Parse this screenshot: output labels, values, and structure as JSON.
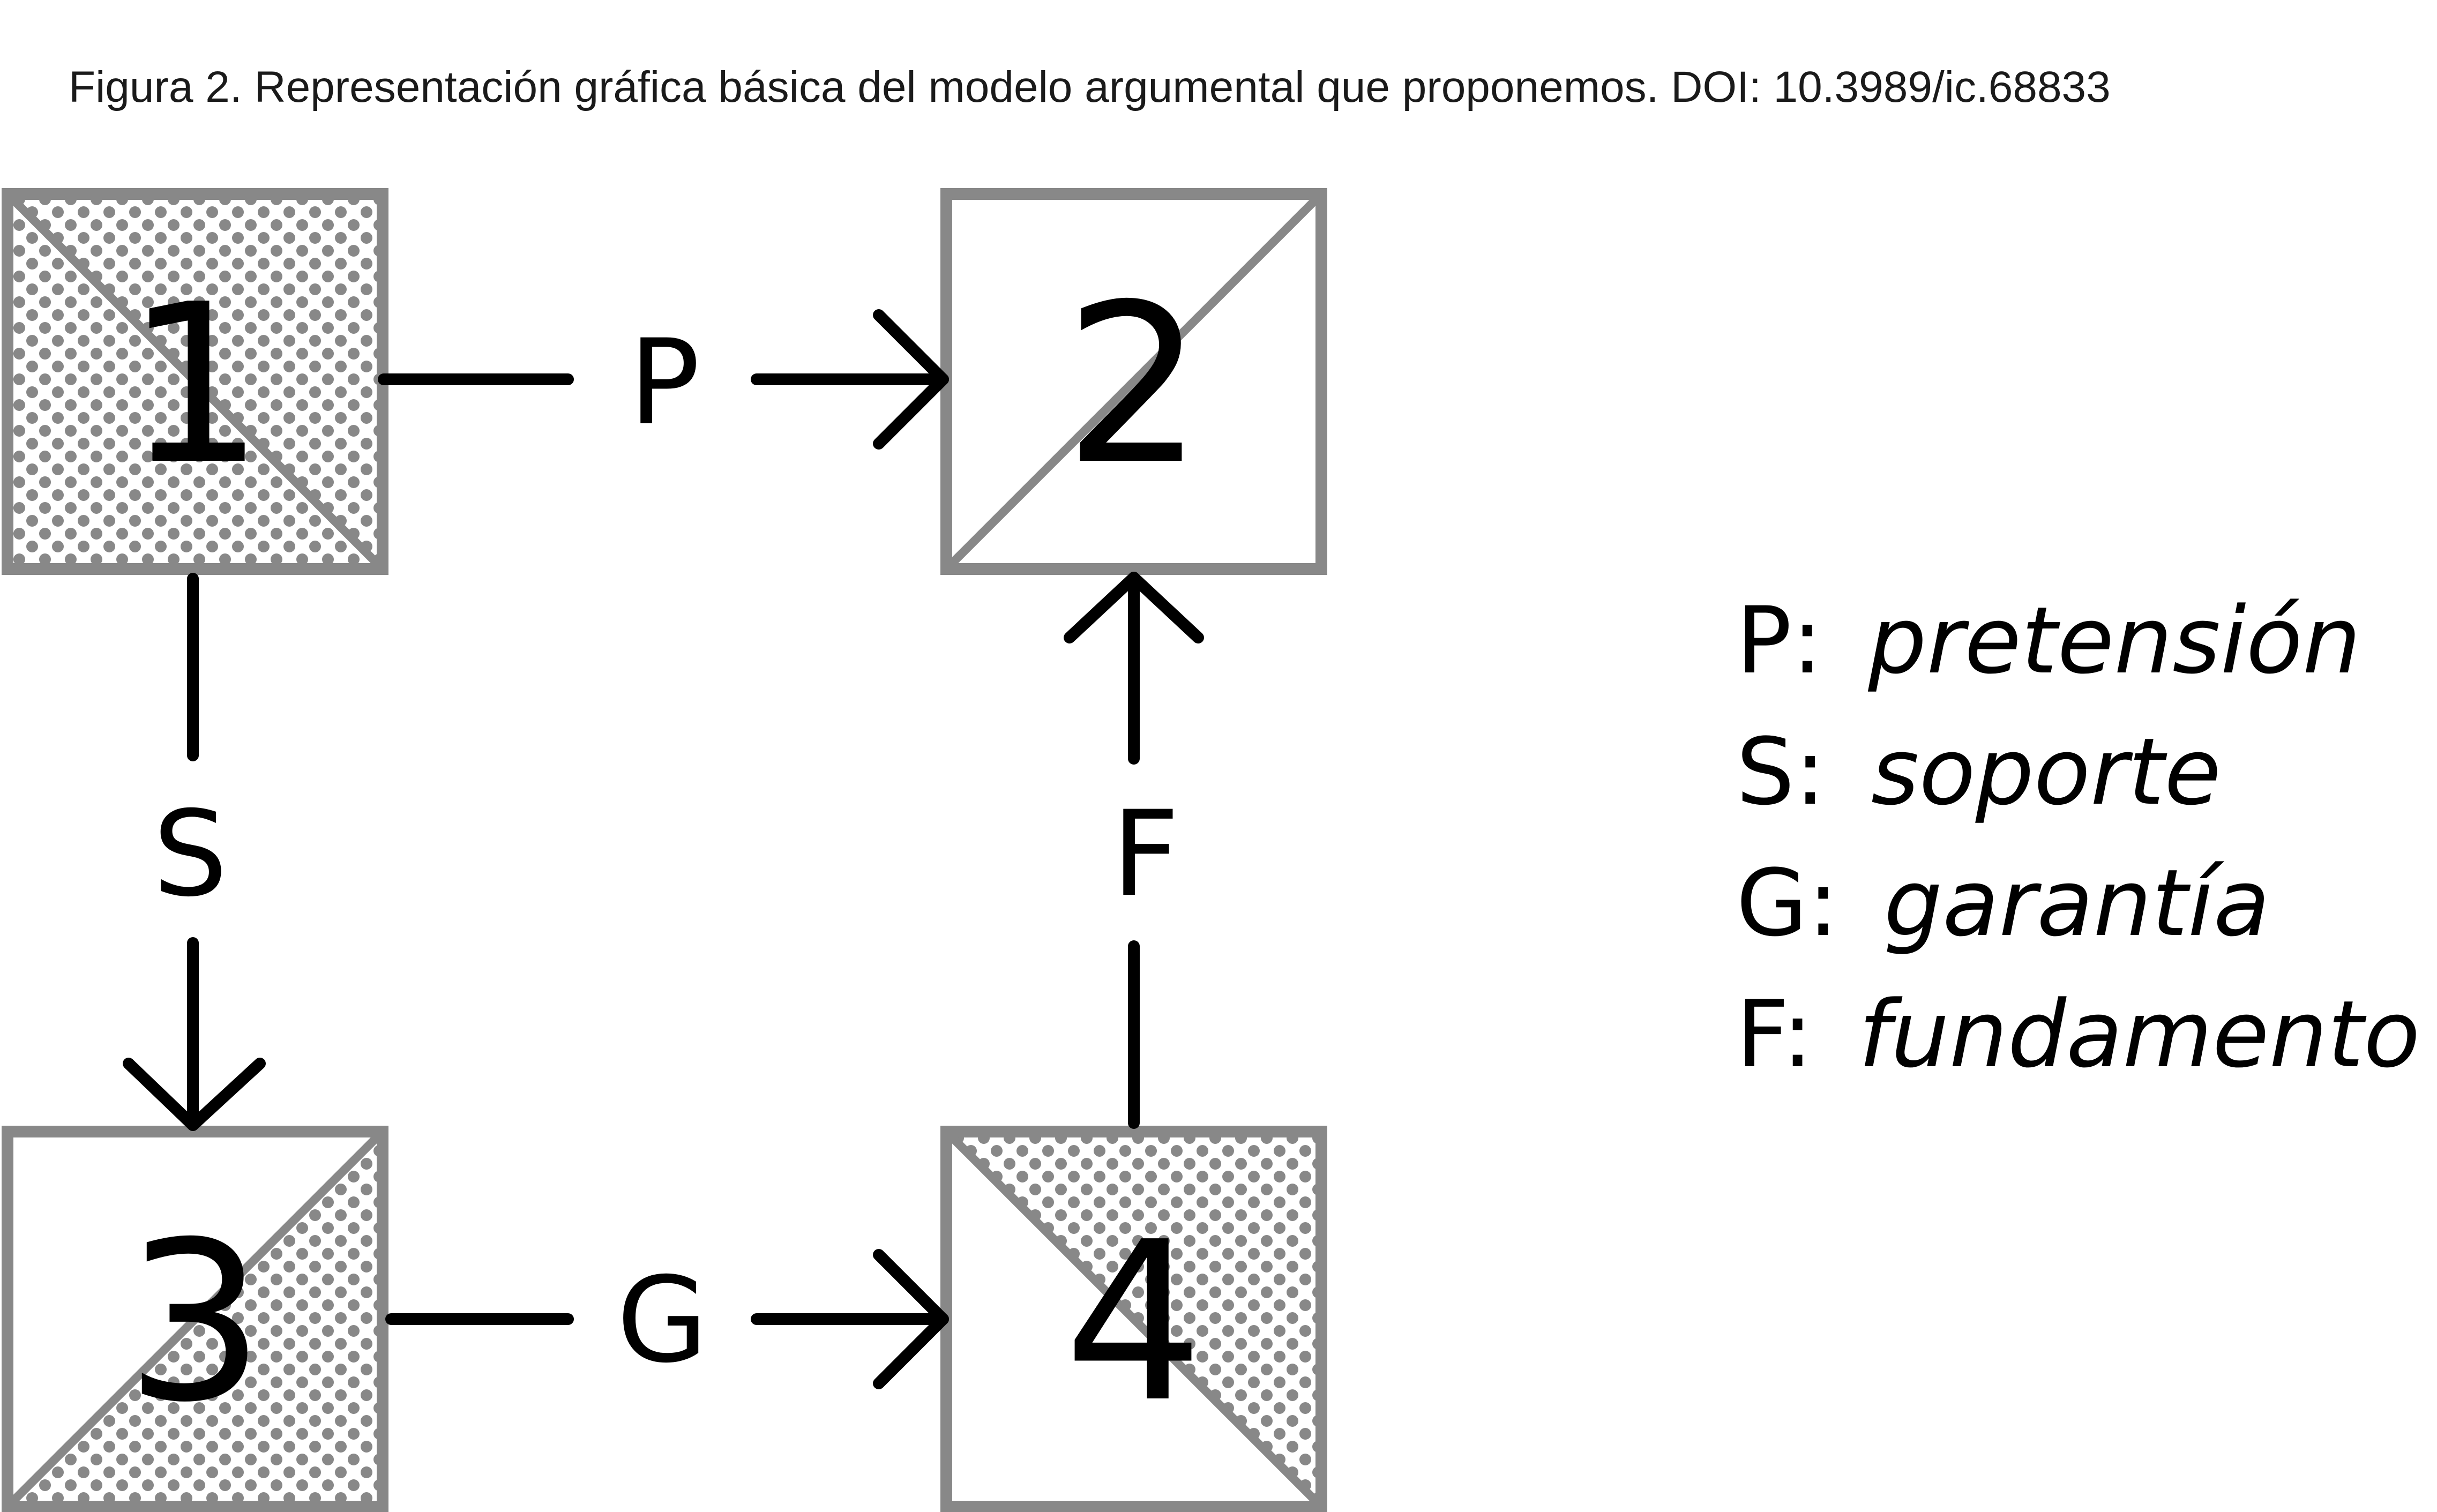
{
  "caption": "Figura 2. Representación gráfica básica del modelo argumental que proponemos. DOI: 10.3989/ic.68833",
  "colors": {
    "frame": "#888888",
    "pattern_dots": "#888888",
    "pattern_background": "#ffffff",
    "connector": "#000000",
    "text": "#000000"
  },
  "boxes": [
    {
      "id": "box-1",
      "label": "1",
      "diagonal": "top-left to bottom-right",
      "patterned_half": "lower-left and upper-right",
      "pattern": "dotted"
    },
    {
      "id": "box-2",
      "label": "2",
      "diagonal": "bottom-left to top-right",
      "patterned_half": "none",
      "pattern": "none"
    },
    {
      "id": "box-3",
      "label": "3",
      "diagonal": "bottom-left to top-right",
      "patterned_half": "lower-right",
      "pattern": "dotted"
    },
    {
      "id": "box-4",
      "label": "4",
      "diagonal": "top-left to bottom-right",
      "patterned_half": "upper-right",
      "pattern": "dotted"
    }
  ],
  "edges": [
    {
      "label": "P",
      "from": "1",
      "to": "2",
      "direction": "right"
    },
    {
      "label": "S",
      "from": "1",
      "to": "3",
      "direction": "down"
    },
    {
      "label": "G",
      "from": "3",
      "to": "4",
      "direction": "right"
    },
    {
      "label": "F",
      "from": "4",
      "to": "2",
      "direction": "up"
    }
  ],
  "legend": [
    {
      "key": "P:",
      "term": "pretensión"
    },
    {
      "key": "S:",
      "term": "soporte"
    },
    {
      "key": "G:",
      "term": "garantía"
    },
    {
      "key": "F:",
      "term": "fundamento"
    }
  ]
}
